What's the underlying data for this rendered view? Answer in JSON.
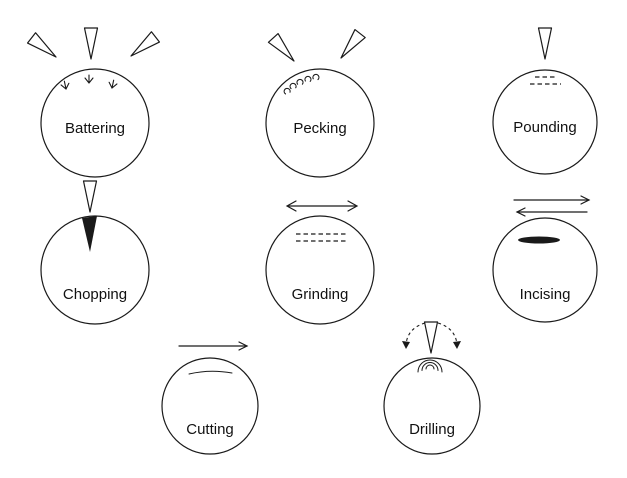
{
  "figure": {
    "background": "#ffffff",
    "ink_color": "#1a1a1a",
    "description": "Line diagram of eight stone-working actions, each shown as a circle with arrows and surface marks",
    "panels": [
      {
        "id": "battering",
        "label": "Battering",
        "arrows": [
          "hollow-arrow-tilted-right",
          "hollow-arrow-down",
          "hollow-arrow-tilted-left"
        ],
        "marks": "impact-arrow-marks"
      },
      {
        "id": "pecking",
        "label": "Pecking",
        "arrows": [
          "hollow-arrow-tilted-right",
          "hollow-arrow-tilted-left"
        ],
        "marks": "peck-crescent-marks"
      },
      {
        "id": "pounding",
        "label": "Pounding",
        "arrows": [
          "hollow-arrow-down"
        ],
        "marks": "crushed-dash-marks"
      },
      {
        "id": "chopping",
        "label": "Chopping",
        "arrows": [
          "hollow-arrow-down"
        ],
        "marks": "black-wedge-notch"
      },
      {
        "id": "grinding",
        "label": "Grinding",
        "arrows": [
          "double-headed-horizontal-arrow"
        ],
        "marks": "hatched-dash-rows"
      },
      {
        "id": "incising",
        "label": "Incising",
        "arrows": [
          "arrow-right",
          "arrow-left"
        ],
        "marks": "black-lens-groove"
      },
      {
        "id": "cutting",
        "label": "Cutting",
        "arrows": [
          "arrow-right"
        ],
        "marks": "shallow-curved-line"
      },
      {
        "id": "drilling",
        "label": "Drilling",
        "arrows": [
          "hollow-arrow-down",
          "rotation-dashed-arrows"
        ],
        "marks": "concentric-arc-marks"
      }
    ]
  }
}
